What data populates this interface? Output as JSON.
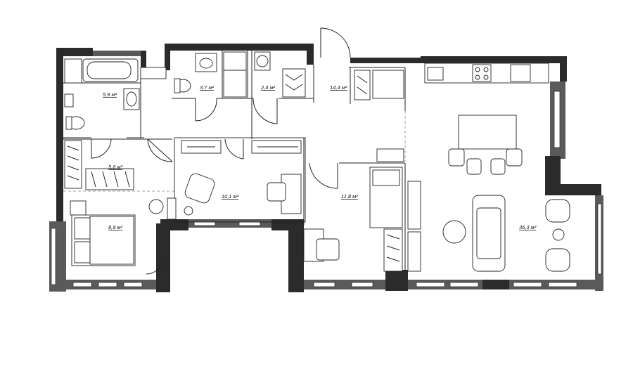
{
  "plan": {
    "rooms": [
      {
        "id": "bathroom",
        "area": "5,9 м²"
      },
      {
        "id": "wc-1",
        "area": "3,7 м²"
      },
      {
        "id": "laundry",
        "area": "2,4 м²"
      },
      {
        "id": "hall",
        "area": "14,4 м²"
      },
      {
        "id": "wardrobe-corridor",
        "area": "5,6 м²"
      },
      {
        "id": "bedroom",
        "area": "8,9 м²"
      },
      {
        "id": "study",
        "area": "10,1 м²"
      },
      {
        "id": "kids-room",
        "area": "11,8 м²"
      },
      {
        "id": "living-kitchen",
        "area": "36,3 м²"
      }
    ]
  }
}
